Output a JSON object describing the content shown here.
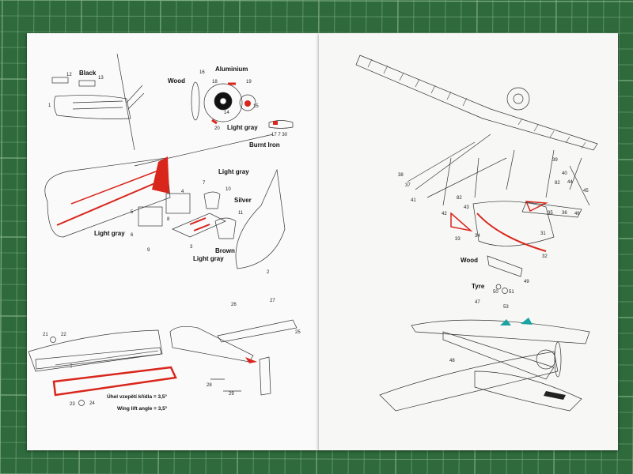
{
  "colors": {
    "mat": "#2e6a3c",
    "grid": "#7fae82",
    "paper": "#fafafa",
    "accent_red": "#d9261c",
    "ink": "#222222"
  },
  "left_page": {
    "fuselage_front": {
      "color_label": "Black",
      "parts": [
        "12",
        "13",
        "1"
      ]
    },
    "engine": {
      "wood_label": "Wood",
      "aluminium_label": "Aluminium",
      "light_gray_label": "Light gray",
      "burnt_iron_label": "Burnt Iron",
      "parts": [
        "16",
        "18",
        "19",
        "15",
        "14",
        "20"
      ],
      "parts_group": "17 7 30"
    },
    "cockpit": {
      "light_gray_top": "Light gray",
      "silver_label": "Silver",
      "light_gray_left": "Light gray",
      "brown_label": "Brown",
      "light_gray_bottom": "Light gray",
      "parts": [
        "4",
        "7",
        "10",
        "11",
        "5",
        "8",
        "6",
        "9",
        "3",
        "2"
      ]
    },
    "wing_tail": {
      "parts": [
        "21",
        "22",
        "26",
        "27",
        "25",
        "28",
        "29",
        "23",
        "24"
      ],
      "angle_cz": "Úhel vzepětí křídla = 3,5°",
      "angle_en": "Wing lift angle = 3,5°"
    }
  },
  "right_page": {
    "struts_floats": {
      "parts": [
        "38",
        "37",
        "41",
        "42",
        "43",
        "82",
        "33",
        "34",
        "39",
        "40",
        "82",
        "44",
        "45",
        "46",
        "35",
        "36",
        "31",
        "32"
      ]
    },
    "beaching_cart": {
      "wood_label": "Wood",
      "tyre_label": "Tyre",
      "parts": [
        "49",
        "50",
        "51"
      ]
    },
    "final": {
      "parts": [
        "47",
        "53",
        "48"
      ]
    }
  }
}
